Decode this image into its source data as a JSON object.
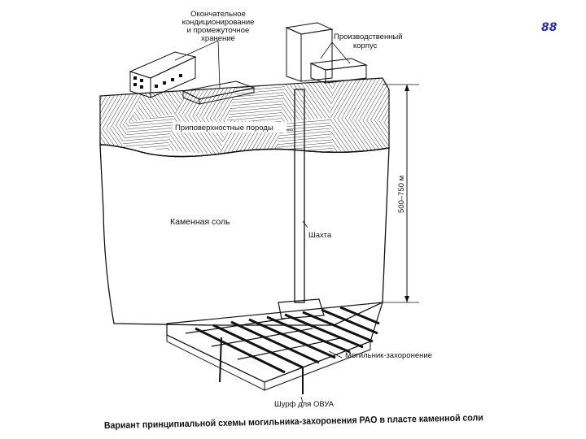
{
  "page_number": "88",
  "labels": {
    "storage": [
      "Окончательное",
      "кондиционирование",
      "и промежуточное",
      "хранение"
    ],
    "production": [
      "Производственный",
      "корпус"
    ],
    "surface_rocks": "Приповерхностные породы",
    "rock_salt": "Каменная соль",
    "shaft": "Шахта",
    "depth": "500–750 м",
    "repository": "Могильник-захоронение",
    "pit": "Шурф для ОВУА"
  },
  "caption": "Вариант принципиальной схемы могильника-захоронения РАО в пласте каменной соли",
  "colors": {
    "ink": "#111111",
    "page_number": "#2f2fa0",
    "background": "#ffffff"
  }
}
